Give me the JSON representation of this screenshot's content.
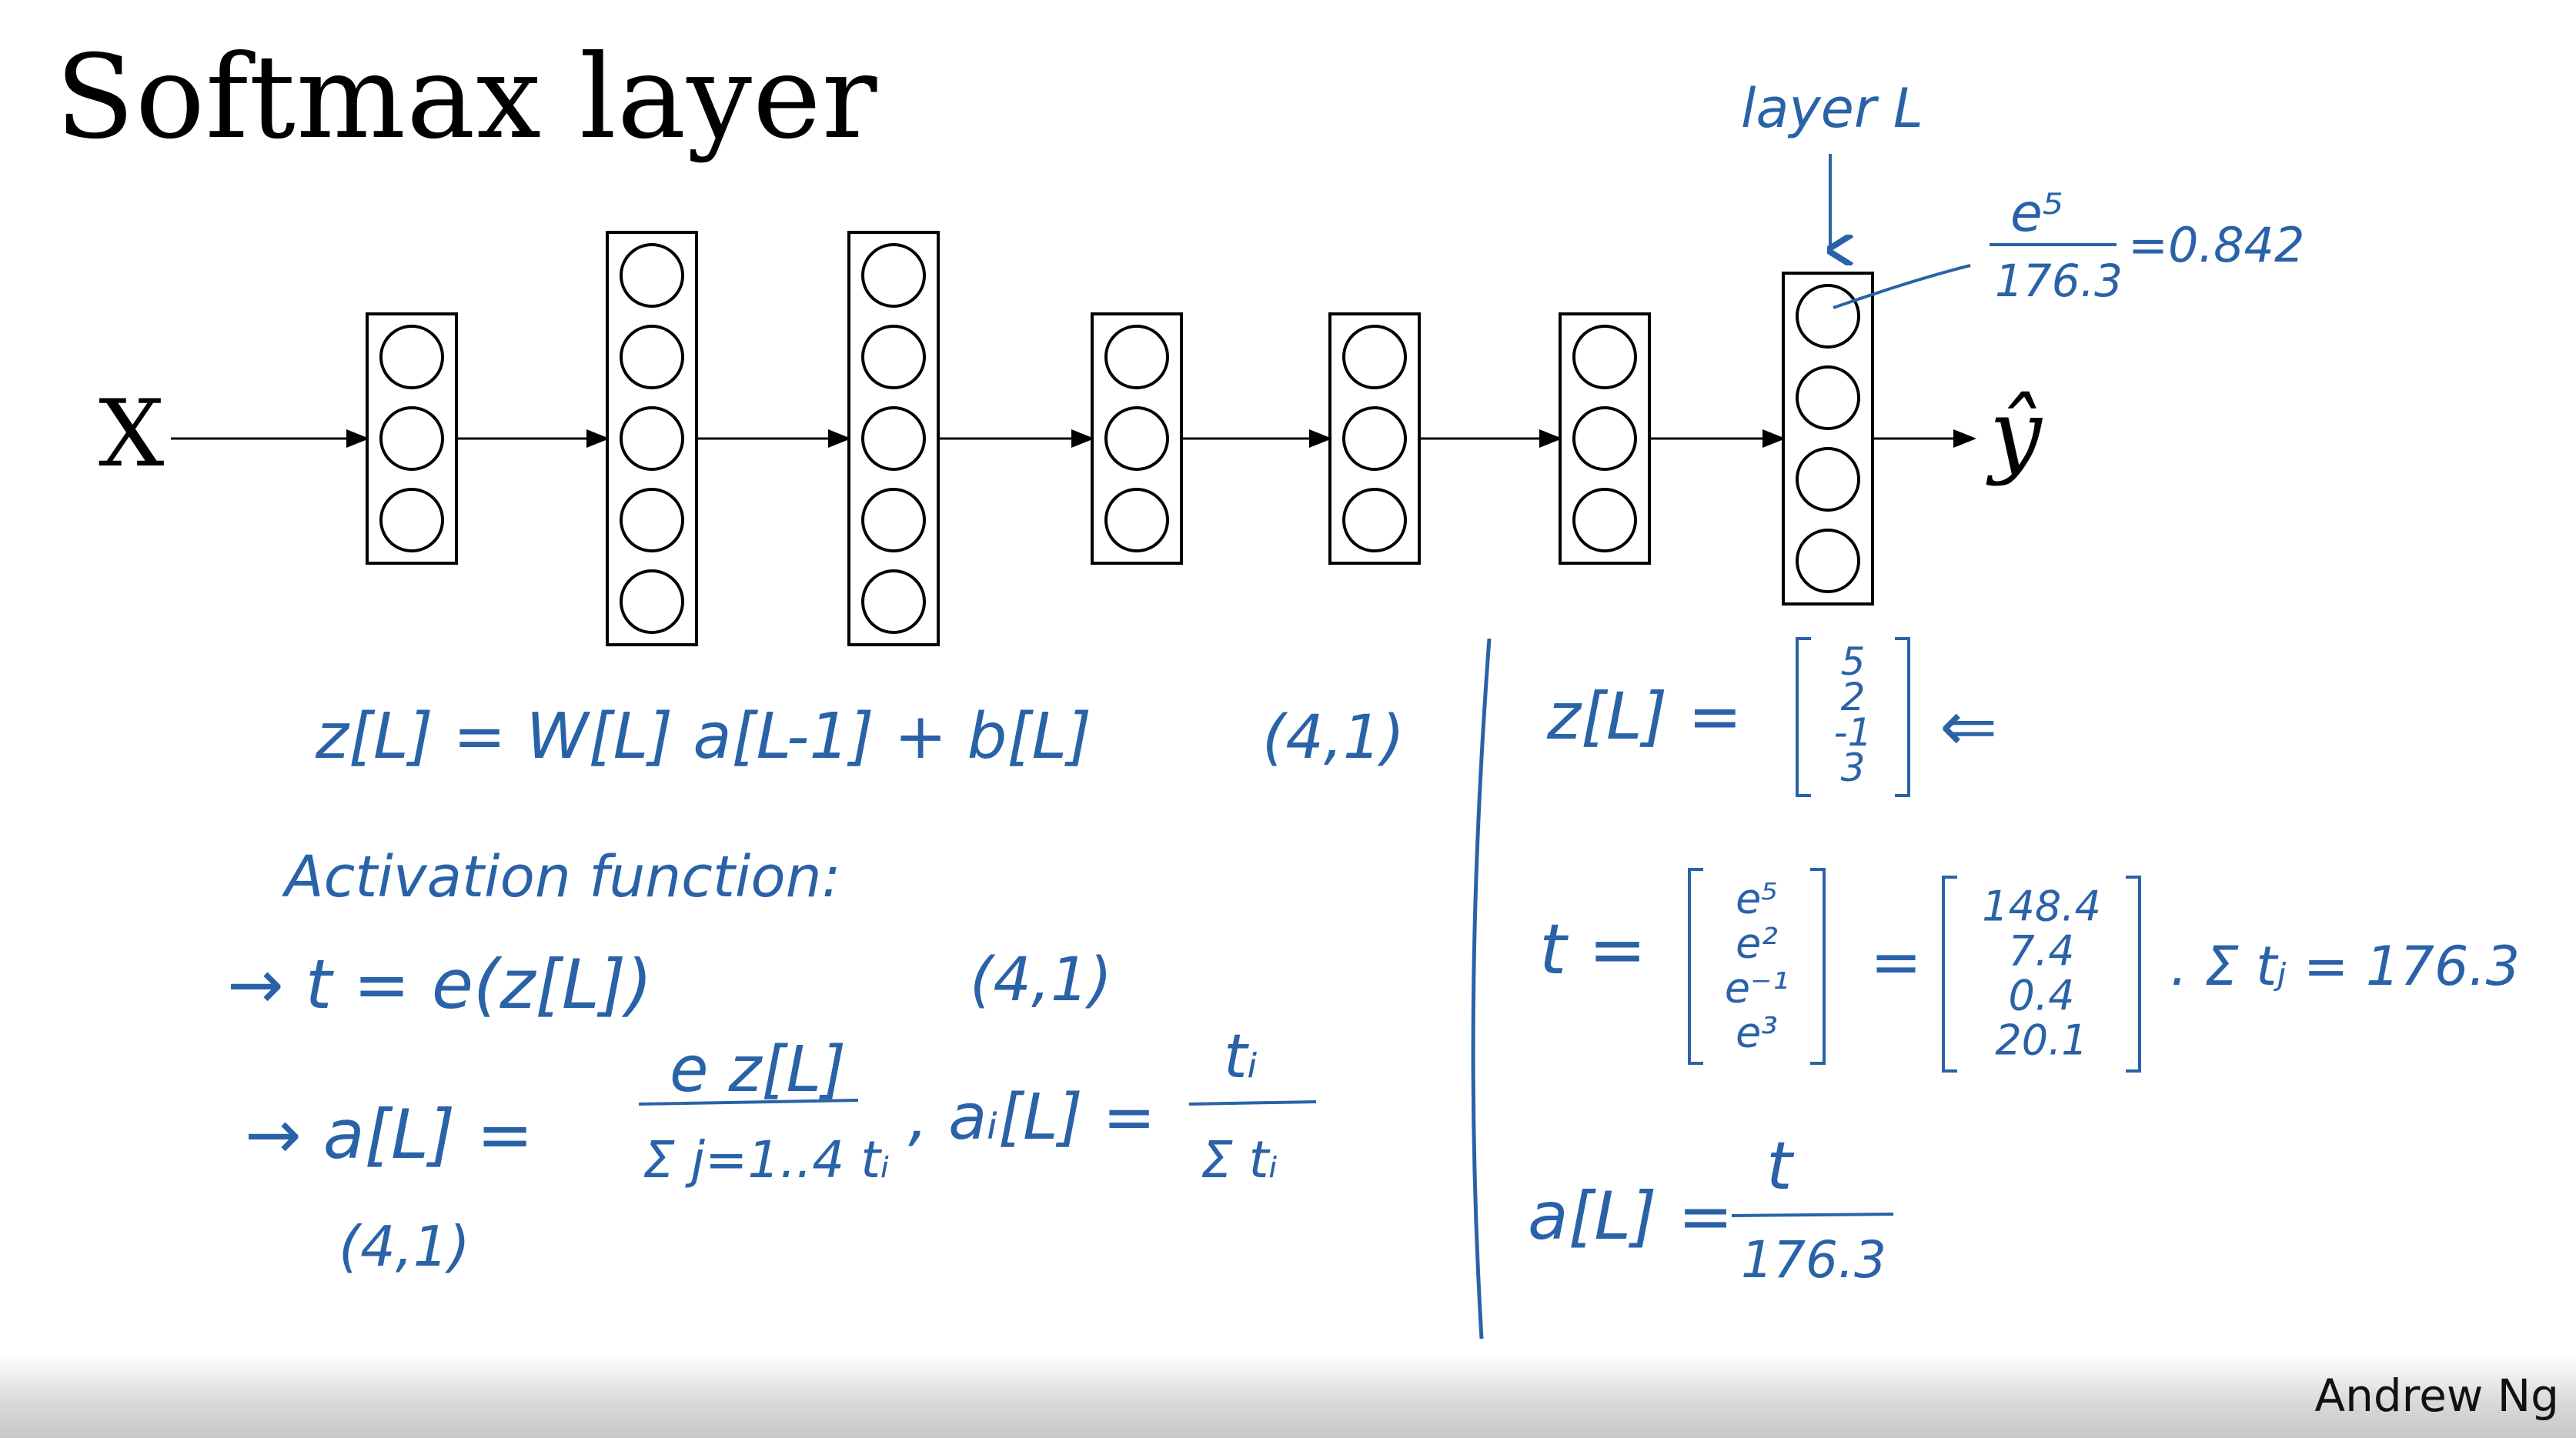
{
  "slide": {
    "title": "Softmax layer",
    "author": "Andrew Ng"
  },
  "network": {
    "input_label": "X",
    "output_label": "ŷ",
    "layers": [
      3,
      5,
      5,
      3,
      3,
      3,
      4
    ],
    "output_layer_label": "layer L",
    "neuron_annotation": {
      "numerator": "e⁵",
      "denominator": "176.3",
      "result": "=0.842"
    }
  },
  "notes": {
    "z_eq": "z[L] = W[L] a[L-1] + b[L]",
    "z_shape": "(4,1)",
    "activation_label": "Activation function:",
    "t_eq": "→  t = e(z[L])",
    "t_shape": "(4,1)",
    "a_eq_lhs": "→  a[L] =",
    "a_eq_num": "e z[L]",
    "a_eq_den": "Σ j=1..4  tᵢ",
    "ai_lhs": ",  aᵢ[L] =",
    "ai_num": "tᵢ",
    "ai_den": "Σ tᵢ",
    "a_shape": "(4,1)"
  },
  "example": {
    "z_lhs": "z[L] =",
    "z_vector": [
      "5",
      "2",
      "-1",
      "3"
    ],
    "arrow": "⇐",
    "t_lhs": "t =",
    "exp_vector": [
      "e⁵",
      "e²",
      "e⁻¹",
      "e³"
    ],
    "eq": "=",
    "t_vector": [
      "148.4",
      "7.4",
      "0.4",
      "20.1"
    ],
    "sum": ".  Σ tⱼ = 176.3",
    "a_lhs": "a[L] =",
    "a_num": "t",
    "a_den": "176.3"
  },
  "colors": {
    "ink": "#2a62a8",
    "diagram": "#000000"
  }
}
